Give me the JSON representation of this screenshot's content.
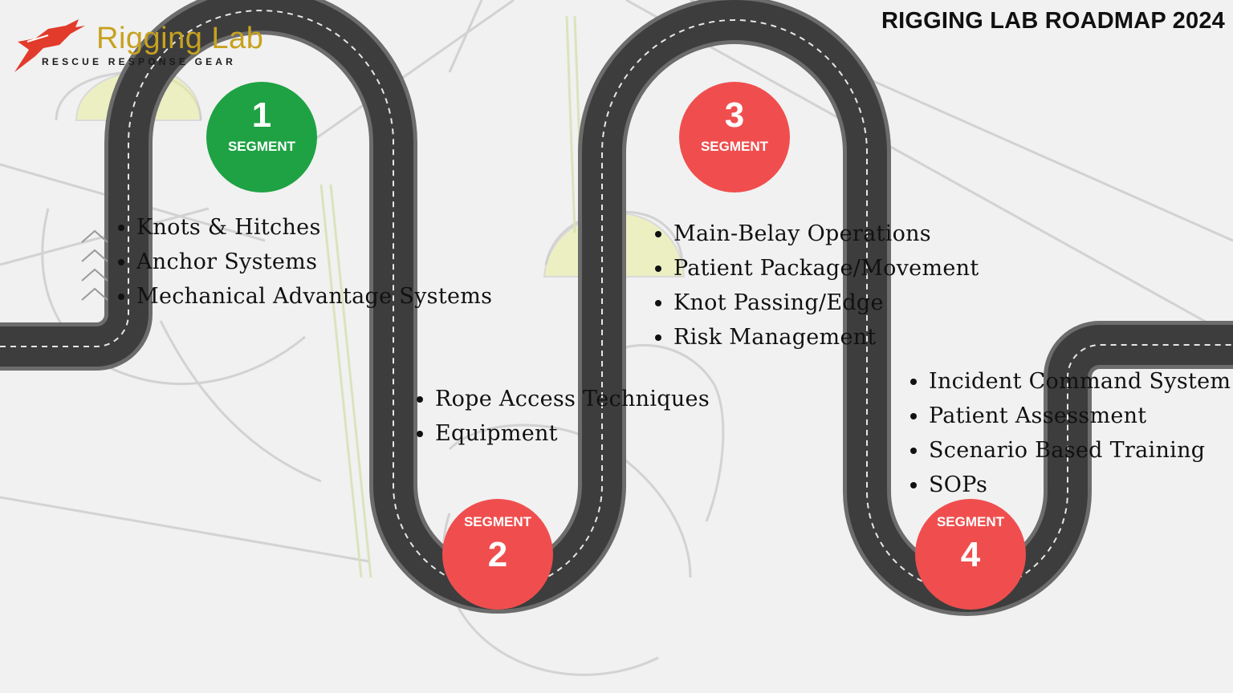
{
  "header": {
    "title": "RIGGING LAB ROADMAP 2024"
  },
  "logo": {
    "name": "Rigging Lab",
    "tagline": "RESCUE RESPONSE GEAR",
    "icon": "running-gazelle-logo-icon"
  },
  "colors": {
    "road": "#3d3d3d",
    "road_edge": "#6c6c6c",
    "lane_marking": "#e6e6e6",
    "segment_green": "#1fa244",
    "segment_red": "#f04e4e",
    "logo_gold": "#c7a21f",
    "logo_red": "#e23a2b"
  },
  "segments": [
    {
      "number": "1",
      "label": "SEGMENT",
      "items": [
        "Knots & Hitches",
        "Anchor Systems",
        "Mechanical Advantage Systems"
      ]
    },
    {
      "number": "2",
      "label": "SEGMENT",
      "items": [
        "Rope Access Techniques",
        "Equipment"
      ]
    },
    {
      "number": "3",
      "label": "SEGMENT",
      "items": [
        "Main-Belay Operations",
        "Patient Package/Movement",
        "Knot Passing/Edge",
        "Risk Management"
      ]
    },
    {
      "number": "4",
      "label": "SEGMENT",
      "items": [
        "Incident Command System",
        "Patient Assessment",
        "Scenario Based Training",
        "SOPs"
      ]
    }
  ]
}
